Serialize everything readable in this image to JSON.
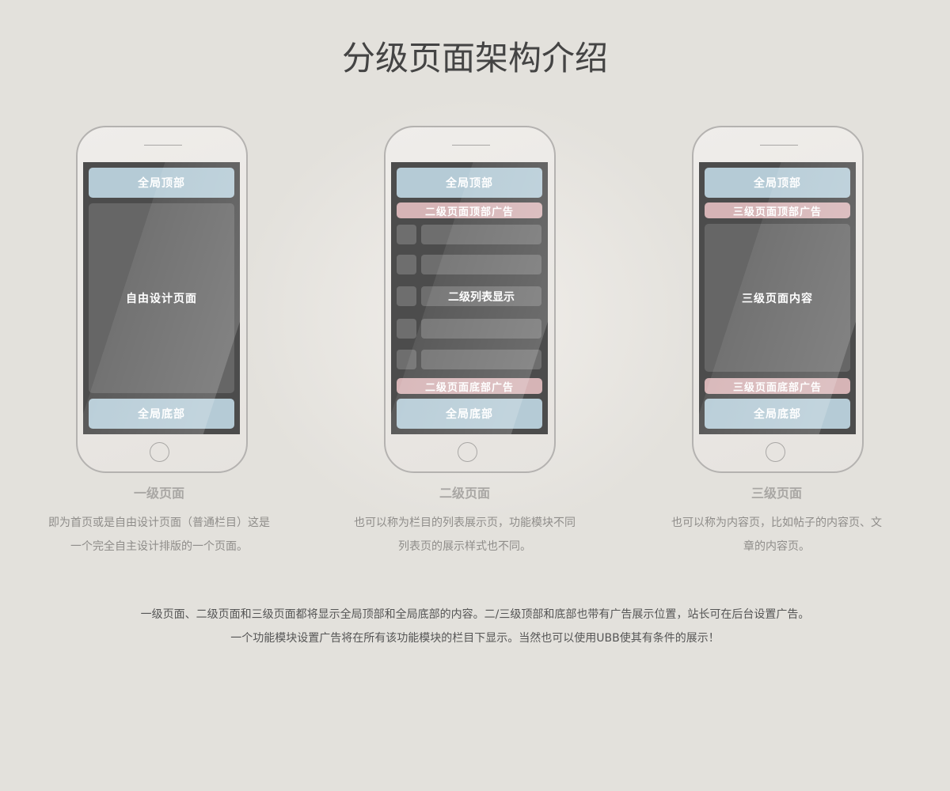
{
  "title": "分级页面架构介绍",
  "global_top": "全局顶部",
  "global_bottom": "全局底部",
  "levels": [
    {
      "name": "一级页面",
      "content": "自由设计页面",
      "desc": [
        "即为首页或是自由设计页面（普通栏目）这是",
        "一个完全自主设计排版的一个页面。"
      ]
    },
    {
      "name": "二级页面",
      "top_ad": "二级页面顶部广告",
      "content": "二级列表显示",
      "bottom_ad": "二级页面底部广告",
      "desc": [
        "也可以称为栏目的列表展示页，功能模块不同",
        "列表页的展示样式也不同。"
      ]
    },
    {
      "name": "三级页面",
      "top_ad": "三级页面顶部广告",
      "content": "三级页面内容",
      "bottom_ad": "三级页面底部广告",
      "desc": [
        "也可以称为内容页，比如帖子的内容页、文",
        "章的内容页。"
      ]
    }
  ],
  "footer": [
    "一级页面、二级页面和三级页面都将显示全局顶部和全局底部的内容。二/三级顶部和底部也带有广告展示位置，站长可在后台设置广告。",
    "一个功能模块设置广告将在所有该功能模块的栏目下显示。当然也可以使用UBB使其有条件的展示！"
  ]
}
